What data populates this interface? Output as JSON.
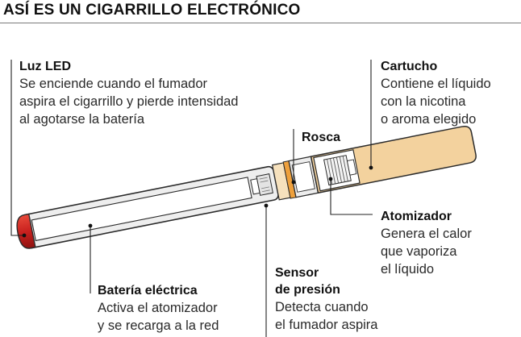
{
  "title": "ASÍ ES UN CIGARRILLO ELECTRÓNICO",
  "colors": {
    "led": "#c8201e",
    "cartridge": "#f3d29e",
    "thread": "#eea03c",
    "outline": "#2b2b2b",
    "fill": "#eeeeee"
  },
  "labels": {
    "luz_led": {
      "head": "Luz LED",
      "desc": [
        "Se enciende cuando el fumador",
        "aspira el cigarrillo y pierde intensidad",
        "al agotarse la batería"
      ]
    },
    "cartucho": {
      "head": "Cartucho",
      "desc": [
        "Contiene el líquido",
        "con la nicotina",
        "o aroma elegido"
      ]
    },
    "rosca": {
      "head": "Rosca"
    },
    "atomizador": {
      "head": "Atomizador",
      "desc": [
        "Genera el calor",
        "que vaporiza",
        "el líquido"
      ]
    },
    "bateria": {
      "head": "Batería eléctrica",
      "desc": [
        "Activa el atomizador",
        "y se recarga a la red"
      ]
    },
    "sensor": {
      "head": "Sensor",
      "head2": "de presión",
      "desc": [
        "Detecta cuando",
        "el fumador aspira"
      ]
    }
  }
}
